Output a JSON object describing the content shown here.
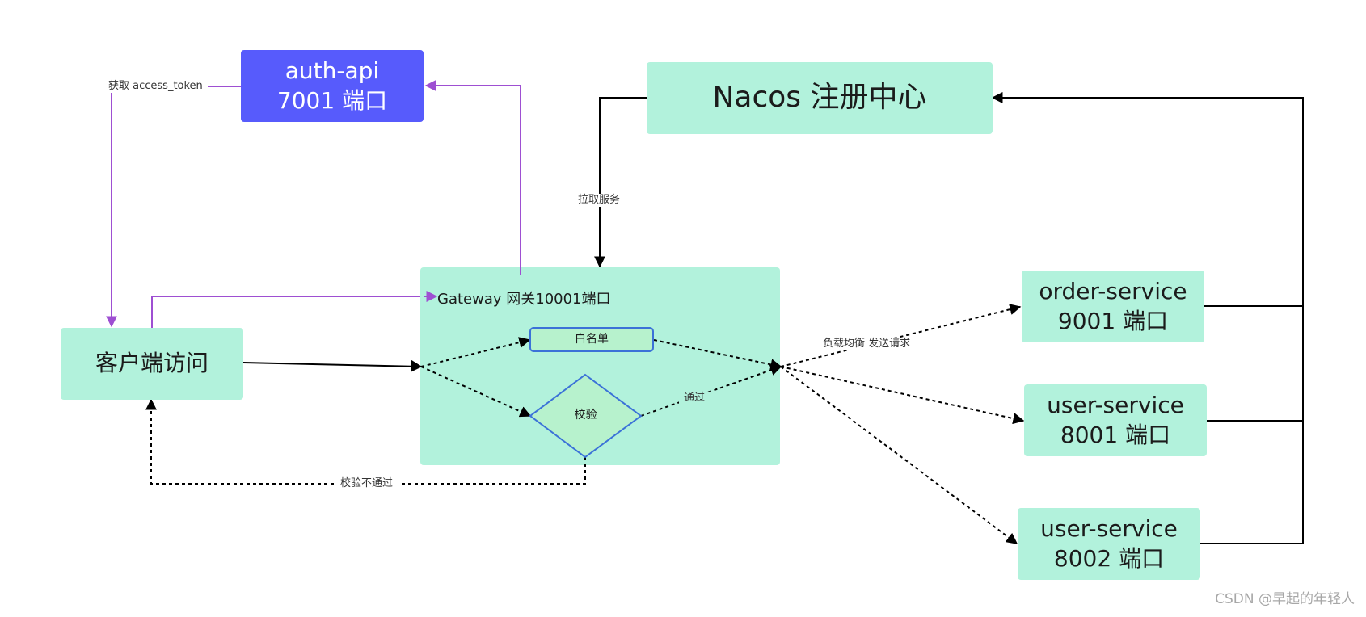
{
  "colors": {
    "mint": "#b2f2dc",
    "auth_blue": "#575bfc",
    "purple_arrow": "#9e4fd2",
    "whitelist_fill": "#b7f2cd",
    "whitelist_border": "#3b72d8",
    "black": "#000000"
  },
  "nodes": {
    "auth_api": {
      "line1": "auth-api",
      "line2": "7001 端口"
    },
    "nacos": {
      "label": "Nacos 注册中心"
    },
    "client": {
      "label": "客户端访问"
    },
    "gateway": {
      "label": "Gateway 网关10001端口"
    },
    "whitelist": {
      "label": "白名单"
    },
    "verify": {
      "label": "校验"
    },
    "order_service": {
      "line1": "order-service",
      "line2": "9001 端口"
    },
    "user_service_1": {
      "line1": "user-service",
      "line2": "8001 端口"
    },
    "user_service_2": {
      "line1": "user-service",
      "line2": "8002 端口"
    }
  },
  "edge_labels": {
    "get_token": "获取 access_token",
    "pull_services": "拉取服务",
    "load_balance": "负载均衡 发送请求",
    "pass": "通过",
    "verify_fail": "校验不通过"
  },
  "watermark": "CSDN @早起的年轻人"
}
